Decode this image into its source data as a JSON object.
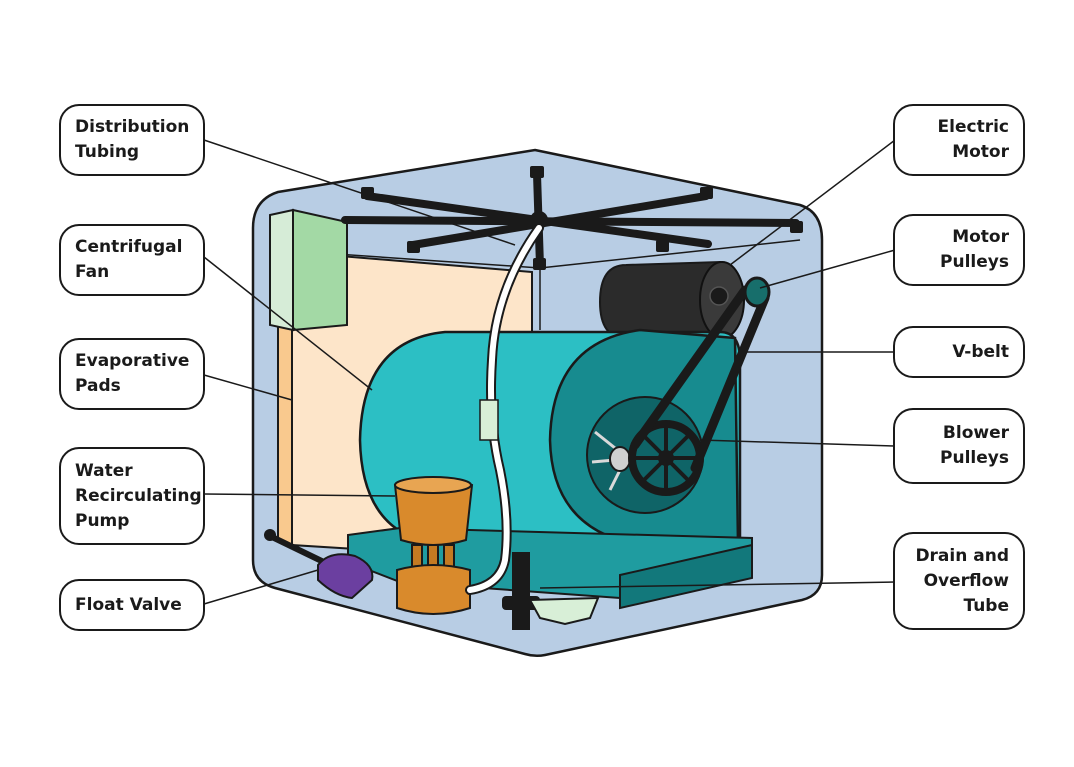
{
  "diagram": {
    "labels_left": [
      {
        "id": "distribution-tubing",
        "lines": [
          "Distribution",
          "Tubing"
        ]
      },
      {
        "id": "centrifugal-fan",
        "lines": [
          "Centrifugal",
          "Fan"
        ]
      },
      {
        "id": "evaporative-pads",
        "lines": [
          "Evaporative",
          "Pads"
        ]
      },
      {
        "id": "water-recirculating-pump",
        "lines": [
          "Water",
          "Recirculating",
          "Pump"
        ]
      },
      {
        "id": "float-valve",
        "lines": [
          "Float Valve"
        ]
      }
    ],
    "labels_right": [
      {
        "id": "electric-motor",
        "lines": [
          "Electric",
          "Motor"
        ]
      },
      {
        "id": "motor-pulleys",
        "lines": [
          "Motor",
          "Pulleys"
        ]
      },
      {
        "id": "v-belt",
        "lines": [
          "V-belt"
        ]
      },
      {
        "id": "blower-pulleys",
        "lines": [
          "Blower",
          "Pulleys"
        ]
      },
      {
        "id": "drain-and-overflow-tube",
        "lines": [
          "Drain and",
          "Overflow",
          "Tube"
        ]
      }
    ],
    "colors": {
      "housing": "#b8cde4",
      "pad": "#fde5c9",
      "fan": "#2cbfc4",
      "fan_dark": "#178b8f",
      "motor": "#2b2b2b",
      "pump": "#d98a2c",
      "float_valve": "#6b3fa0",
      "distributor_box": "#a3d9a5",
      "tray": "#d8efd7"
    }
  }
}
